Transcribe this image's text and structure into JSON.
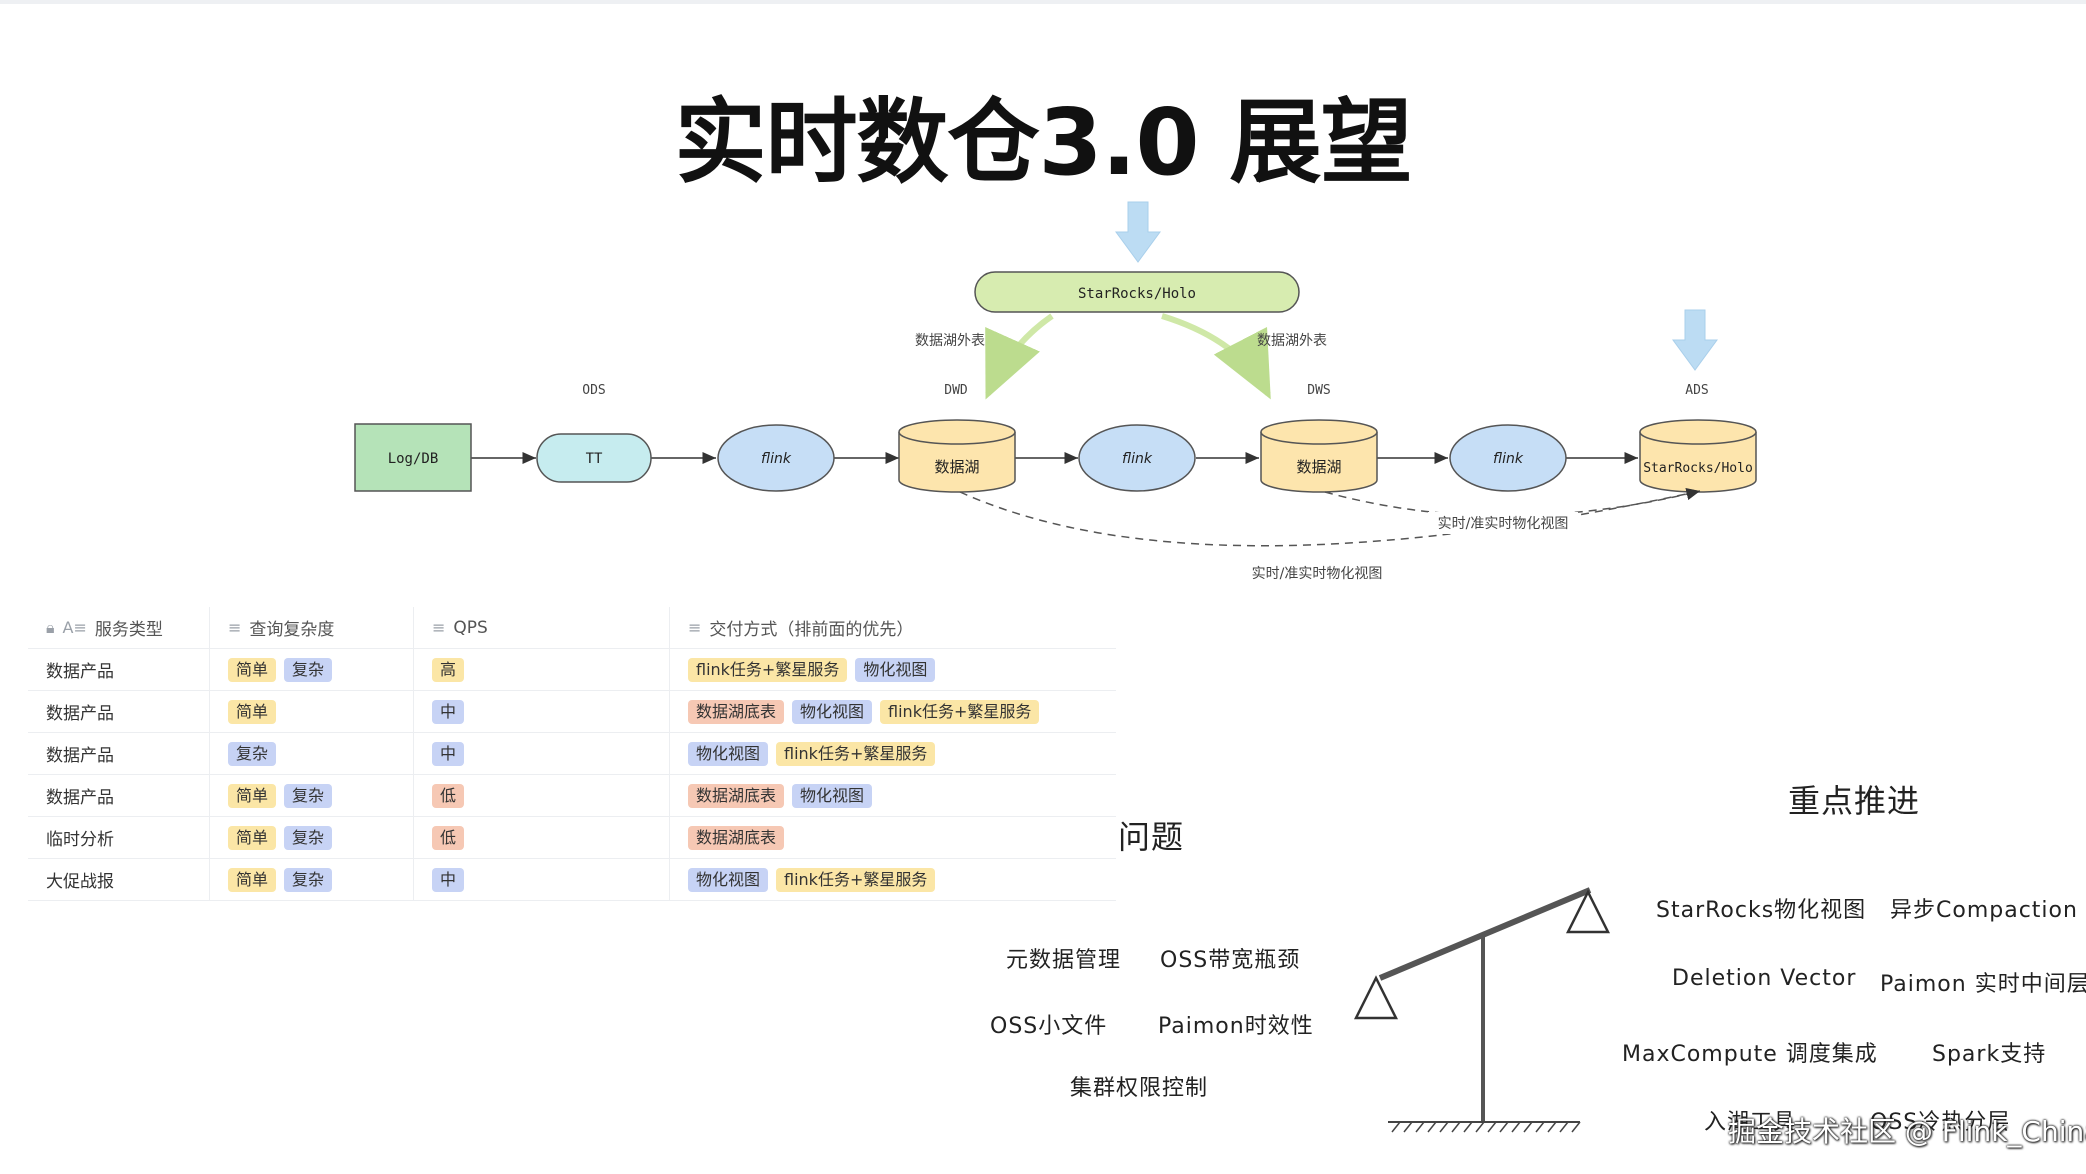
{
  "title": "实时数仓3.0 展望",
  "diagram": {
    "layers": {
      "ods": "ODS",
      "dwd": "DWD",
      "dws": "DWS",
      "ads": "ADS"
    },
    "top_box": "StarRocks/Holo",
    "lake_ext_left": "数据湖外表",
    "lake_ext_right": "数据湖外表",
    "nodes": {
      "source": "Log/DB",
      "tt": "TT",
      "flink1": "flink",
      "lake1": "数据湖",
      "flink2": "flink",
      "lake2": "数据湖",
      "flink3": "flink",
      "target": "StarRocks/Holo"
    },
    "mv_short": "实时/准实时物化视图",
    "mv_long": "实时/准实时物化视图"
  },
  "table": {
    "headers": [
      "服务类型",
      "查询复杂度",
      "QPS",
      "交付方式（排前面的优先）"
    ],
    "header_icons": [
      "lock-icon",
      "list-icon",
      "list-icon",
      "list-icon"
    ],
    "rows": [
      {
        "type": "数据产品",
        "complexity": [
          "简单",
          "复杂"
        ],
        "qps": "高",
        "delivery": [
          "flink任务+繁星服务",
          "物化视图"
        ]
      },
      {
        "type": "数据产品",
        "complexity": [
          "简单"
        ],
        "qps": "中",
        "delivery": [
          "数据湖底表",
          "物化视图",
          "flink任务+繁星服务"
        ]
      },
      {
        "type": "数据产品",
        "complexity": [
          "复杂"
        ],
        "qps": "中",
        "delivery": [
          "物化视图",
          "flink任务+繁星服务"
        ]
      },
      {
        "type": "数据产品",
        "complexity": [
          "简单",
          "复杂"
        ],
        "qps": "低",
        "delivery": [
          "数据湖底表",
          "物化视图"
        ]
      },
      {
        "type": "临时分析",
        "complexity": [
          "简单",
          "复杂"
        ],
        "qps": "低",
        "delivery": [
          "数据湖底表"
        ]
      },
      {
        "type": "大促战报",
        "complexity": [
          "简单",
          "复杂"
        ],
        "qps": "中",
        "delivery": [
          "物化视图",
          "flink任务+繁星服务"
        ]
      }
    ],
    "tag_colors": {
      "简单": "#fbe6a6",
      "复杂": "#c7d3f5",
      "高": "#fbe6a6",
      "中": "#c7d3f5",
      "低": "#f6c8b4",
      "flink任务+繁星服务": "#fbe6a6",
      "物化视图": "#c7d3f5",
      "数据湖底表": "#f6c8b4"
    }
  },
  "problems": {
    "heading": "问题",
    "items": [
      "元数据管理",
      "OSS带宽瓶颈",
      "OSS小文件",
      "Paimon时效性",
      "集群权限控制"
    ]
  },
  "focus": {
    "heading": "重点推进",
    "items": [
      "StarRocks物化视图",
      "异步Compaction",
      "Deletion Vector",
      "Paimon 实时中间层",
      "MaxCompute 调度集成",
      "Spark支持",
      "入湖工具",
      "OSS冷热分层"
    ]
  },
  "watermark": "掘金技术社区 @ Flink_China",
  "colors": {
    "green_box": "#b5e3b8",
    "tt_fill": "#c6ecef",
    "flink_fill": "#c6def6",
    "lake_fill": "#fde5ad",
    "top_fill": "#d7ecb0",
    "arrow_green": "#cfe8a7",
    "arrow_blue": "#bcdcf3"
  }
}
